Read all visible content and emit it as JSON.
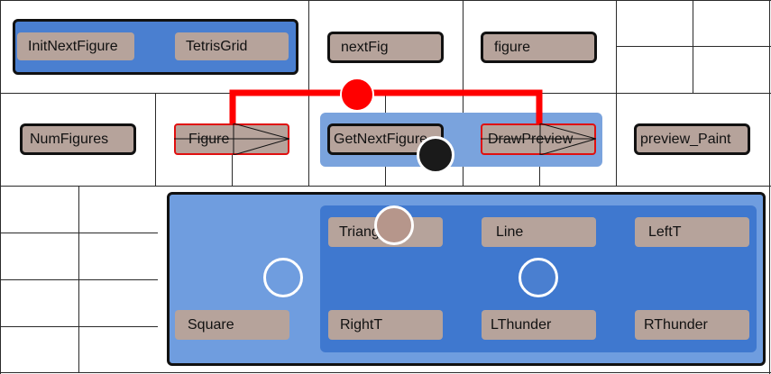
{
  "nodes": {
    "init_next_figure": "InitNextFigure",
    "tetris_grid": "TetrisGrid",
    "next_fig": "nextFig",
    "figure_top": "figure",
    "num_figures": "NumFigures",
    "figure_class": "Figure",
    "get_next_figure": "GetNextFigure",
    "draw_preview": "DrawPreview",
    "preview_paint": "preview_Paint",
    "triangle": "Triangle",
    "line": "Line",
    "left_t": "LeftT",
    "square": "Square",
    "right_t": "RightT",
    "l_thunder": "LThunder",
    "r_thunder": "RThunder"
  },
  "colors": {
    "connector_red": "#ff0000",
    "node_fill": "#b6a39b",
    "group_light": "#7aa3dd",
    "group_dark": "#4a7fd0"
  }
}
